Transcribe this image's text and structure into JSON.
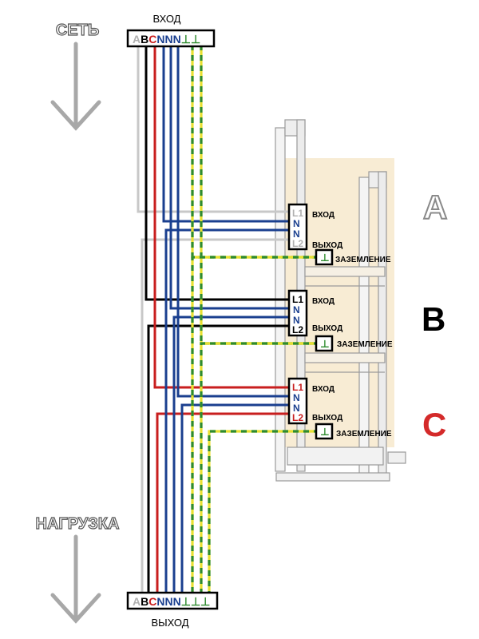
{
  "top_label": "СЕТЬ",
  "bottom_label": "НАГРУЗКА",
  "top_terminal": {
    "caption": "ВХОД",
    "letters": [
      {
        "t": "A",
        "c": "#b0b0b0"
      },
      {
        "t": "B",
        "c": "#000000"
      },
      {
        "t": "C",
        "c": "#c81e1e"
      },
      {
        "t": "N",
        "c": "#1a3f8f"
      },
      {
        "t": "N",
        "c": "#1a3f8f"
      },
      {
        "t": "N",
        "c": "#1a3f8f"
      },
      {
        "t": "⊥",
        "c": "#2e8b2e"
      },
      {
        "t": "⊥",
        "c": "#2e8b2e"
      }
    ]
  },
  "bottom_terminal": {
    "caption": "ВЫХОД",
    "letters": [
      {
        "t": "A",
        "c": "#b0b0b0"
      },
      {
        "t": "B",
        "c": "#000000"
      },
      {
        "t": "C",
        "c": "#c81e1e"
      },
      {
        "t": "N",
        "c": "#1a3f8f"
      },
      {
        "t": "N",
        "c": "#1a3f8f"
      },
      {
        "t": "N",
        "c": "#1a3f8f"
      },
      {
        "t": "⊥",
        "c": "#2e8b2e"
      },
      {
        "t": "⊥",
        "c": "#2e8b2e"
      },
      {
        "t": "⊥",
        "c": "#2e8b2e"
      }
    ]
  },
  "phases": [
    {
      "letter": "A",
      "letter_color": "#ffffff",
      "letter_stroke": "#8a8a8a",
      "block": [
        {
          "t": "L1",
          "c": "#b0b0b0"
        },
        {
          "t": "N",
          "c": "#1a3f8f"
        },
        {
          "t": "N",
          "c": "#1a3f8f"
        },
        {
          "t": "L2",
          "c": "#b0b0b0"
        }
      ],
      "input_label": "ВХОД",
      "output_label": "ВЫХОД",
      "ground_label": "ЗАЗЕМЛЕНИЕ"
    },
    {
      "letter": "B",
      "letter_color": "#000000",
      "letter_stroke": "none",
      "block": [
        {
          "t": "L1",
          "c": "#000000"
        },
        {
          "t": "N",
          "c": "#1a3f8f"
        },
        {
          "t": "N",
          "c": "#1a3f8f"
        },
        {
          "t": "L2",
          "c": "#000000"
        }
      ],
      "input_label": "ВХОД",
      "output_label": "ВЫХОД",
      "ground_label": "ЗАЗЕМЛЕНИЕ"
    },
    {
      "letter": "C",
      "letter_color": "#d42a2a",
      "letter_stroke": "none",
      "block": [
        {
          "t": "L1",
          "c": "#c81e1e"
        },
        {
          "t": "N",
          "c": "#1a3f8f"
        },
        {
          "t": "N",
          "c": "#1a3f8f"
        },
        {
          "t": "L2",
          "c": "#c81e1e"
        }
      ],
      "input_label": "ВХОД",
      "output_label": "ВЫХОД",
      "ground_label": "ЗАЗЕМЛЕНИЕ"
    }
  ],
  "colors": {
    "phase_a": "#c8c8c8",
    "phase_b": "#000000",
    "phase_c": "#c81e1e",
    "neutral": "#1a3f8f",
    "ground_yellow": "#e8e030",
    "ground_green": "#2e8b2e",
    "arrow": "#a8a8a8",
    "rack_fill": "#f8ecd4"
  }
}
